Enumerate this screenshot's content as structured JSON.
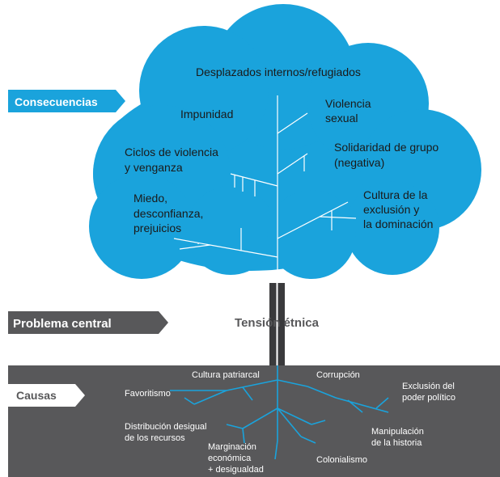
{
  "colors": {
    "cloud": "#1aa3dc",
    "soil": "#58585a",
    "trunk": "#3a3a3c",
    "branch": "#ffffff",
    "root": "#1aa3dc",
    "tag_blue": "#1aa3dc",
    "tag_dark": "#58585a",
    "text_dark": "#1a1a1a",
    "text_grey": "#58585a",
    "text_light": "#ffffff"
  },
  "labels": {
    "consecuencias": "Consecuencias",
    "problema_central": "Problema central",
    "causas": "Causas"
  },
  "central_problem": "Tensión étnica",
  "consequences": {
    "desplazados": "Desplazados internos/refugiados",
    "impunidad": "Impunidad",
    "violencia_1": "Violencia",
    "violencia_2": "sexual",
    "ciclos_1": "Ciclos de violencia",
    "ciclos_2": "y venganza",
    "solidaridad_1": "Solidaridad de grupo",
    "solidaridad_2": "(negativa)",
    "miedo_1": "Miedo,",
    "miedo_2": "desconfianza,",
    "miedo_3": "prejuicios",
    "cultura_1": "Cultura de la",
    "cultura_2": "exclusión y",
    "cultura_3": "la dominación"
  },
  "causes": {
    "favoritismo": "Favoritismo",
    "cultura_patriarcal": "Cultura patriarcal",
    "corrupcion": "Corrupción",
    "exclusion_1": "Exclusión del",
    "exclusion_2": "poder político",
    "distribucion_1": "Distribución desigual",
    "distribucion_2": "de los recursos",
    "manipulacion_1": "Manipulación",
    "manipulacion_2": "de la historia",
    "marginacion_1": "Marginación",
    "marginacion_2": "económica",
    "marginacion_3": "+ desigualdad",
    "colonialismo": "Colonialismo"
  }
}
